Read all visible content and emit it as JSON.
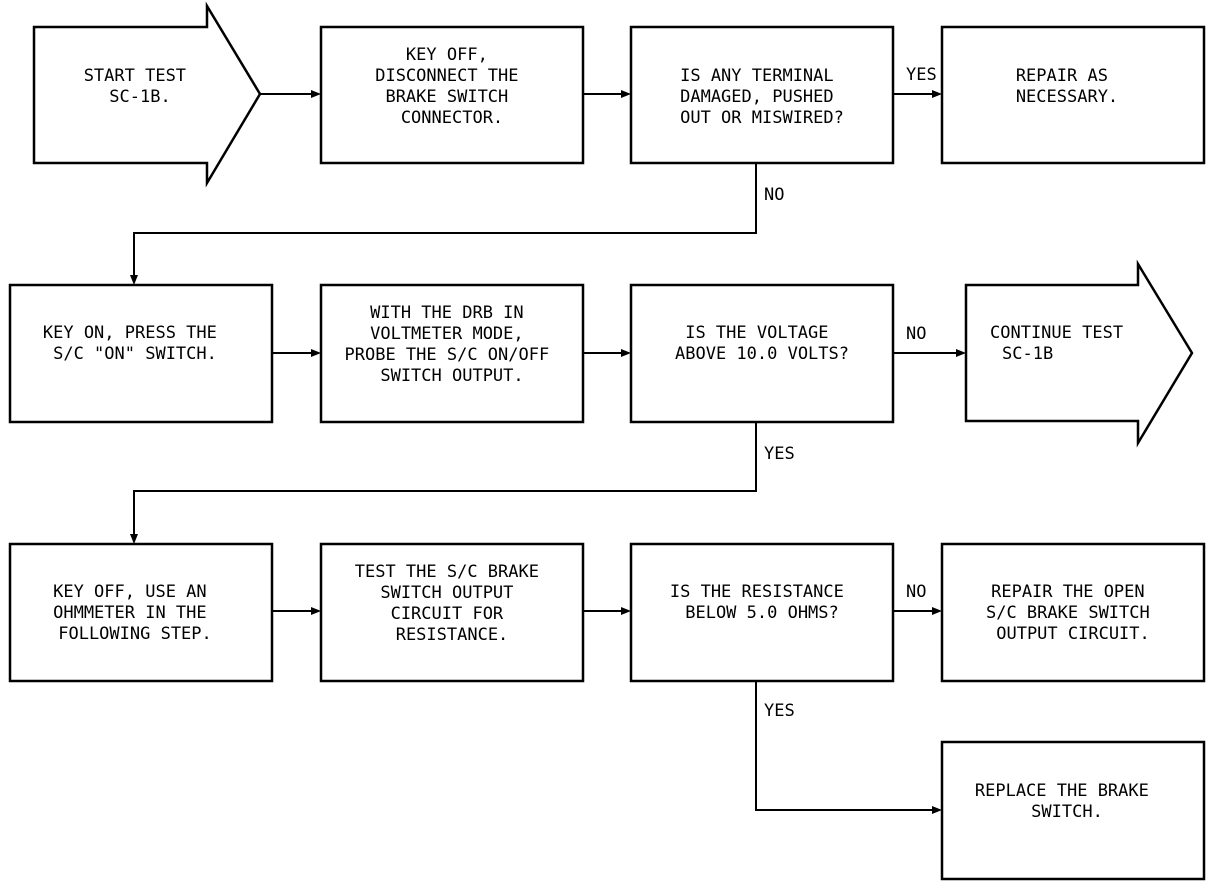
{
  "diagram": {
    "nodes": {
      "start": [
        "START TEST",
        "SC-1B."
      ],
      "key_off_disconnect": [
        "KEY OFF,",
        "DISCONNECT THE",
        "BRAKE SWITCH",
        "CONNECTOR."
      ],
      "terminal_damaged": [
        "IS ANY TERMINAL",
        "DAMAGED, PUSHED",
        "OUT OR MISWIRED?"
      ],
      "repair_as_necessary": [
        "REPAIR AS",
        "NECESSARY."
      ],
      "key_on_press": [
        "KEY ON, PRESS THE",
        "S/C \"ON\" SWITCH."
      ],
      "drb_voltmeter": [
        "WITH THE DRB IN",
        "VOLTMETER MODE,",
        "PROBE THE S/C ON/OFF",
        "SWITCH OUTPUT."
      ],
      "voltage_above": [
        "IS THE VOLTAGE",
        "ABOVE 10.0 VOLTS?"
      ],
      "continue_test": [
        "CONTINUE TEST",
        "SC-1B"
      ],
      "key_off_ohmmeter": [
        "KEY OFF, USE AN",
        "OHMMETER IN THE",
        "FOLLOWING STEP."
      ],
      "test_brake_switch": [
        "TEST THE S/C BRAKE",
        "SWITCH OUTPUT",
        "CIRCUIT FOR",
        "RESISTANCE."
      ],
      "resistance_below": [
        "IS THE RESISTANCE",
        "BELOW 5.0 OHMS?"
      ],
      "repair_open": [
        "REPAIR THE OPEN",
        "S/C BRAKE SWITCH",
        "OUTPUT CIRCUIT."
      ],
      "replace_switch": [
        "REPLACE THE BRAKE",
        "SWITCH."
      ]
    },
    "edge_labels": {
      "terminal_yes": "YES",
      "terminal_no": "NO",
      "voltage_no": "NO",
      "voltage_yes": "YES",
      "resistance_no": "NO",
      "resistance_yes": "YES"
    }
  }
}
